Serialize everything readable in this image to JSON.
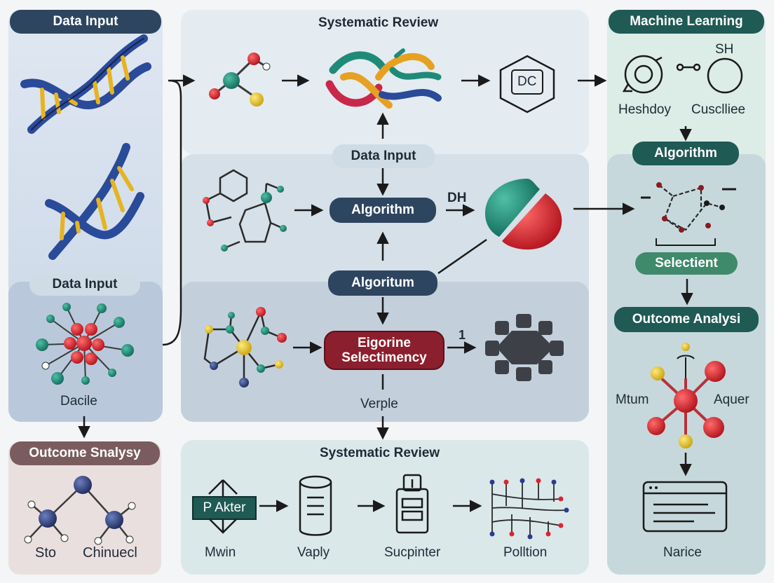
{
  "panels": {
    "data_input": {
      "title": "Data Input",
      "sub_title": "Data Input",
      "node_label": "Dacile"
    },
    "outcome": {
      "title": "Outcome Snalysy",
      "label_left": "Sto",
      "label_right": "Chinuecl"
    },
    "review_top": {
      "title": "Systematic Review",
      "hex_text": "DC"
    },
    "middle": {
      "data_input": "Data Input",
      "algorithm": "Algorithm",
      "dh_label": "DH",
      "algoritum": "Algoritum",
      "selection_line1": "Eigorine",
      "selection_line2": "Selectimency",
      "one_label": "1",
      "verple": "Verple"
    },
    "review_bottom": {
      "title": "Systematic Review",
      "box_label": "P Akter",
      "labels": [
        "Mwin",
        "Vaply",
        "Sucpinter",
        "Polltion"
      ]
    },
    "ml": {
      "title": "Machine Learning",
      "sh": "SH",
      "label_left": "Heshdoy",
      "label_right": "Cusclliee",
      "algorithm": "Algorithm",
      "selection": "Selectient",
      "outcome": "Outcome Analysi",
      "label_mtum": "Mtum",
      "label_aquer": "Aquer",
      "label_narice": "Narice"
    }
  },
  "colors": {
    "dark_navy": "#2e4560",
    "teal_dark": "#1f5a55",
    "light_pill": "#cfdce5",
    "green_pill": "#3f8a6b",
    "rose_pill": "#7b5c5e",
    "red_pill": "#8c1f2d",
    "dna_blue": "#2a4a9a",
    "dna_gold": "#e6b422",
    "atom_red": "#d9262e",
    "atom_teal": "#1f8a78",
    "atom_yellow": "#e3c22a",
    "atom_navy": "#2c3a6e"
  }
}
